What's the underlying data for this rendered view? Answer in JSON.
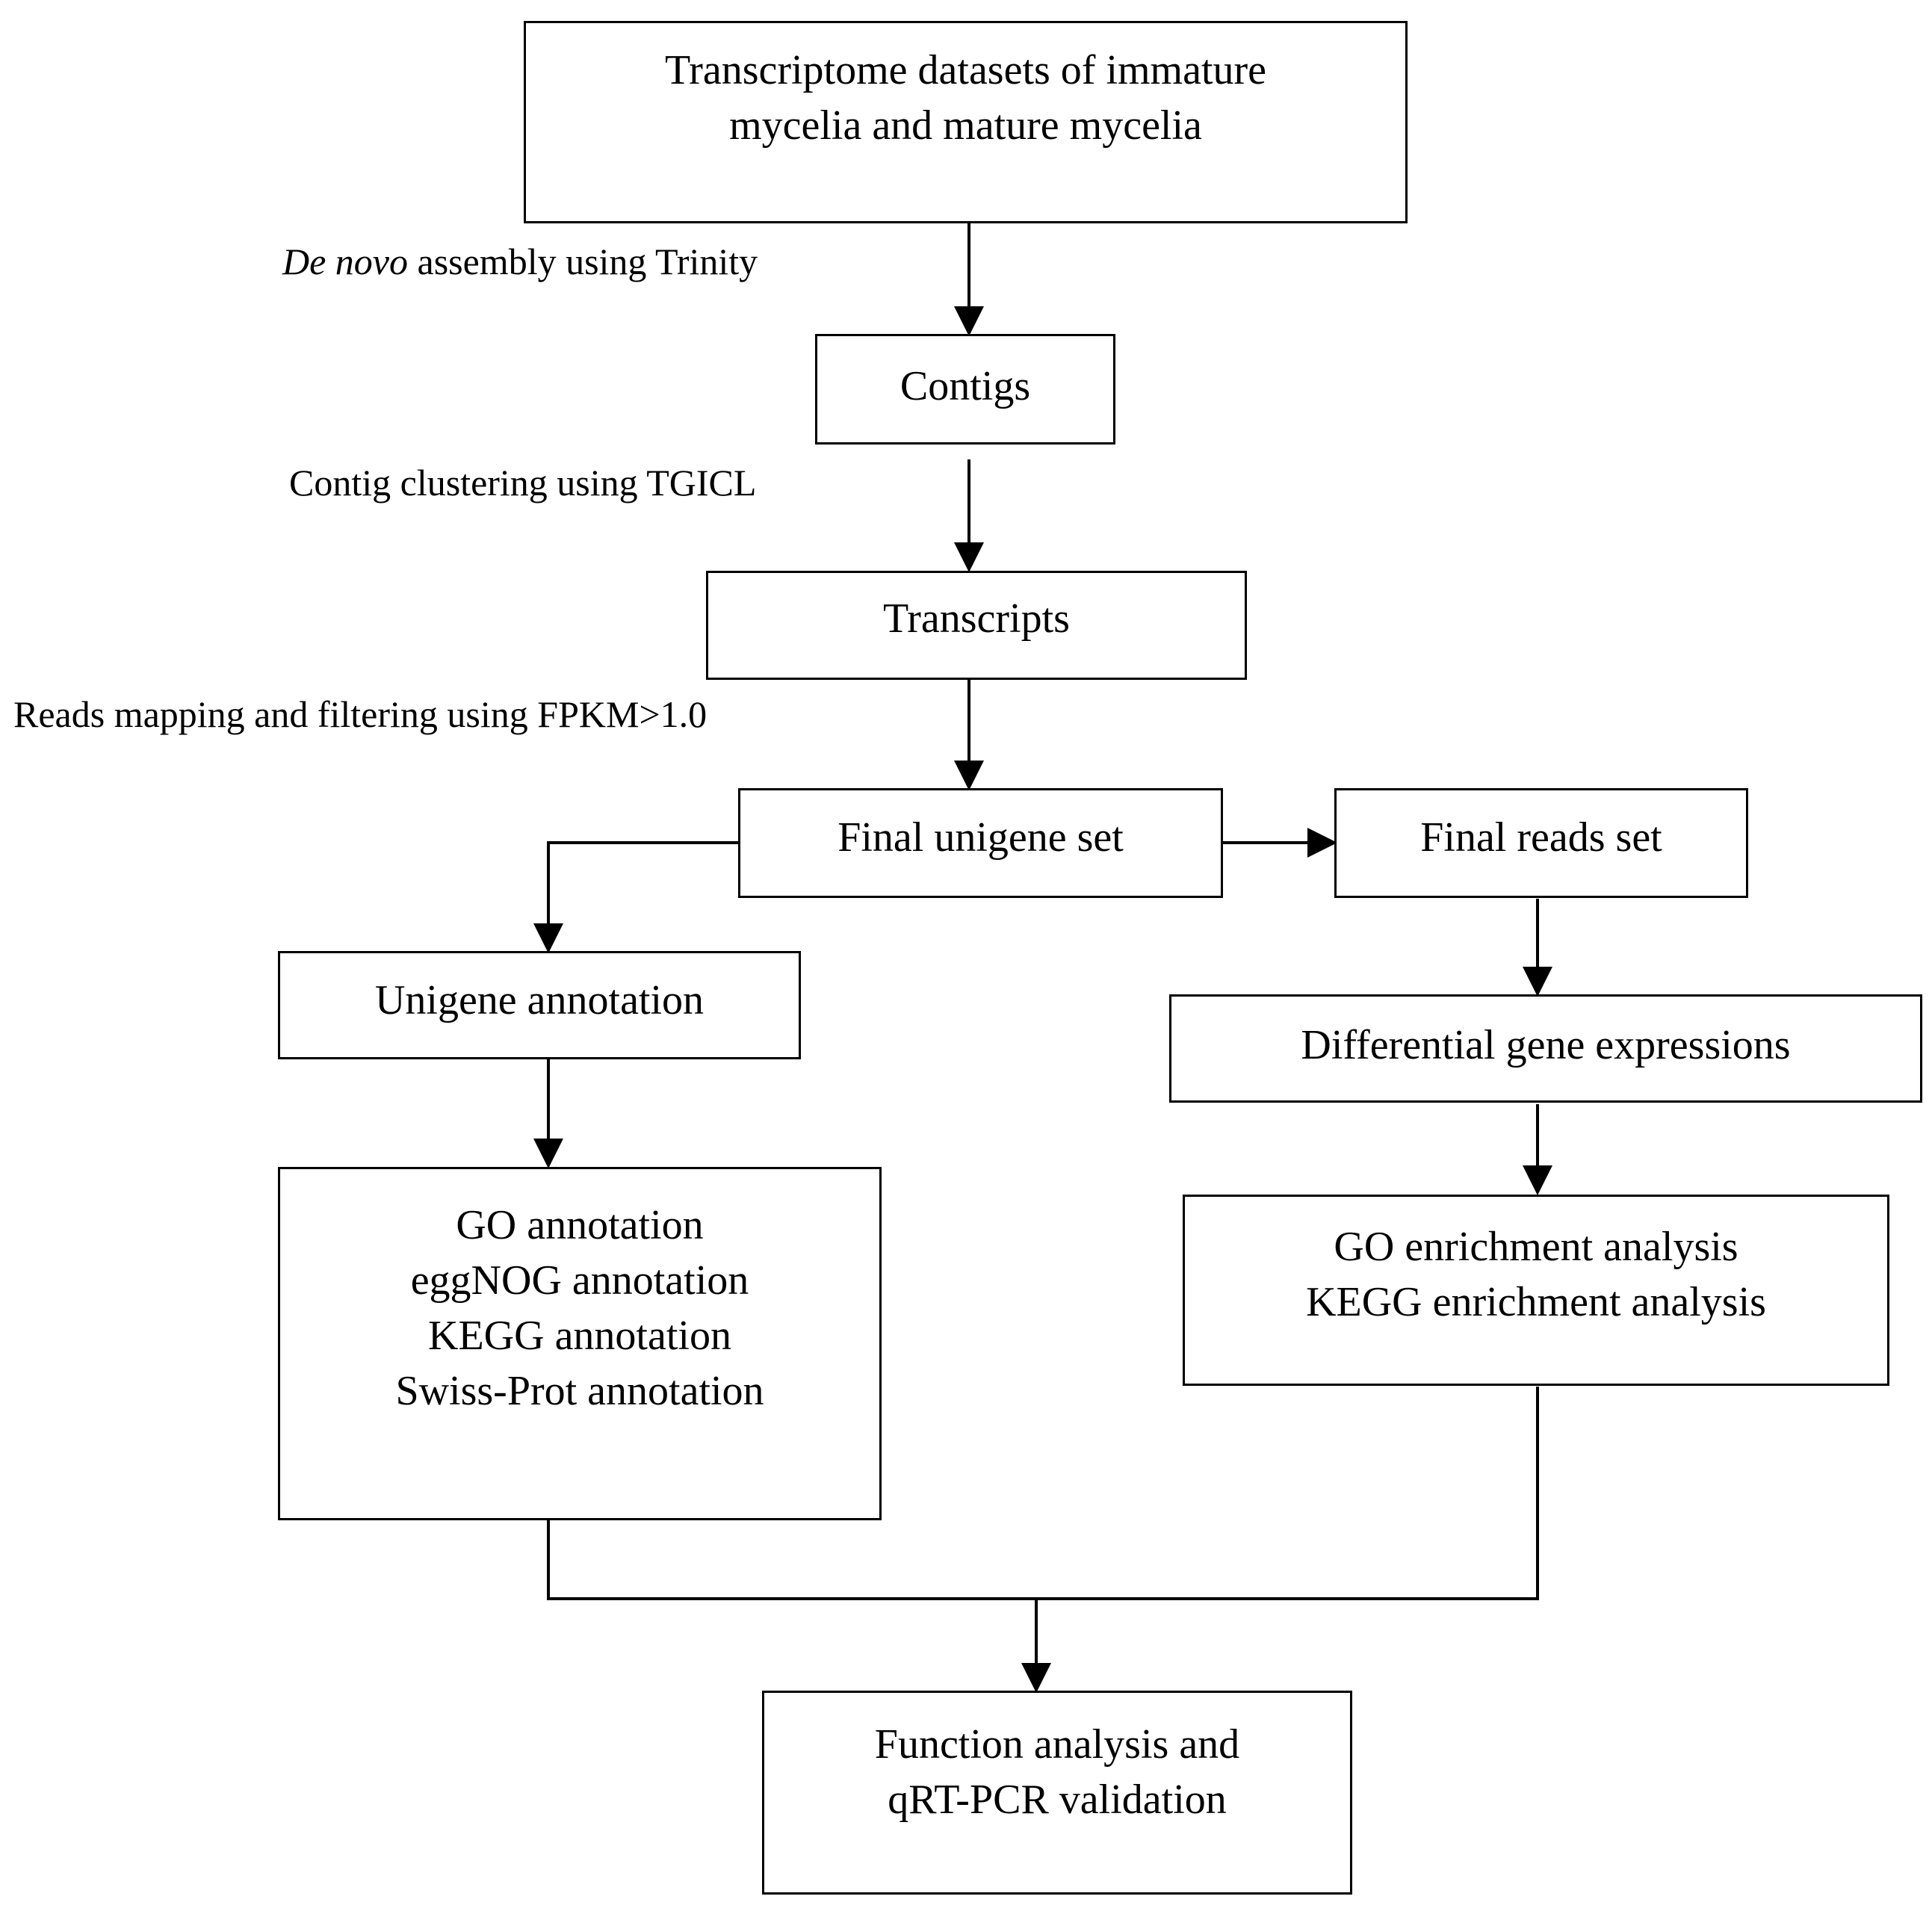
{
  "nodes": {
    "transcriptome": [
      "Transcriptome datasets of immature",
      "mycelia and mature mycelia"
    ],
    "contigs": [
      "Contigs"
    ],
    "transcripts": [
      "Transcripts"
    ],
    "final_unigene": [
      "Final unigene set"
    ],
    "final_reads": [
      "Final reads set"
    ],
    "unigene_annotation": [
      "Unigene annotation"
    ],
    "differential": [
      "Differential gene expressions"
    ],
    "annotations": [
      "GO annotation",
      "eggNOG annotation",
      "KEGG annotation",
      "Swiss-Prot annotation"
    ],
    "enrichment": [
      "GO enrichment analysis",
      "KEGG enrichment analysis"
    ],
    "function": [
      "Function analysis and",
      "qRT-PCR validation"
    ]
  },
  "edge_labels": {
    "assembly_italic": "De novo",
    "assembly_rest": " assembly using Trinity",
    "clustering": "Contig clustering using TGICL",
    "mapping": "Reads mapping and filtering using FPKM>1.0"
  }
}
